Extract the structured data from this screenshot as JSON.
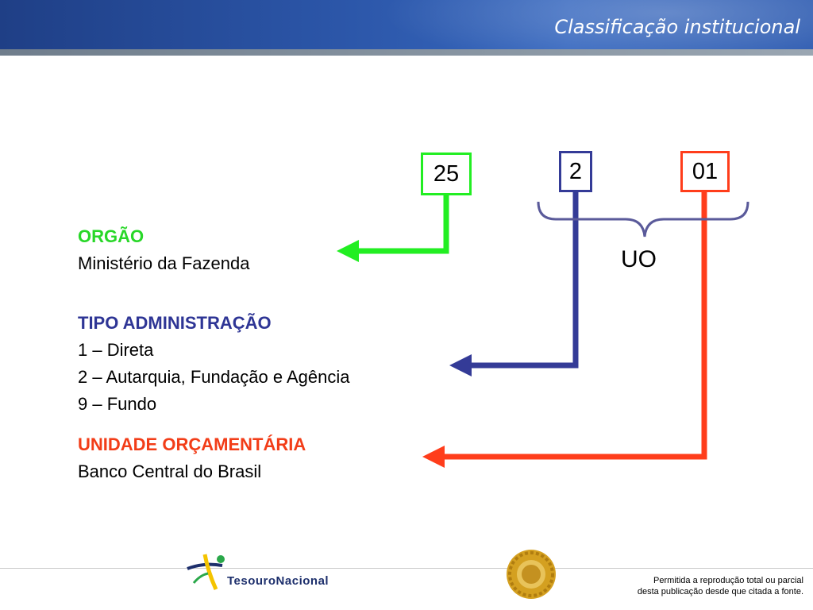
{
  "header": {
    "title": "Classificação institucional"
  },
  "codes": {
    "orgao": "25",
    "tipo": "2",
    "uo": "01"
  },
  "uo_label": "UO",
  "blocks": {
    "orgao": {
      "title": "ORGÃO",
      "lines": [
        "Ministério da Fazenda"
      ]
    },
    "tipo": {
      "title": "TIPO ADMINISTRAÇÃO",
      "lines": [
        "1 – Direta",
        "2 – Autarquia, Fundação e Agência",
        "9 – Fundo"
      ]
    },
    "uo": {
      "title": "UNIDADE ORÇAMENTÁRIA",
      "lines": [
        "Banco Central do Brasil"
      ]
    }
  },
  "colors": {
    "orgao": "#22ee22",
    "tipo": "#343b97",
    "uo": "#ff3d1b",
    "brace": "#5a5a9a"
  },
  "footer": {
    "brand": "TesouroNacional",
    "note": [
      "Permitida a reprodução total ou parcial",
      "desta publicação desde que citada a fonte."
    ]
  }
}
